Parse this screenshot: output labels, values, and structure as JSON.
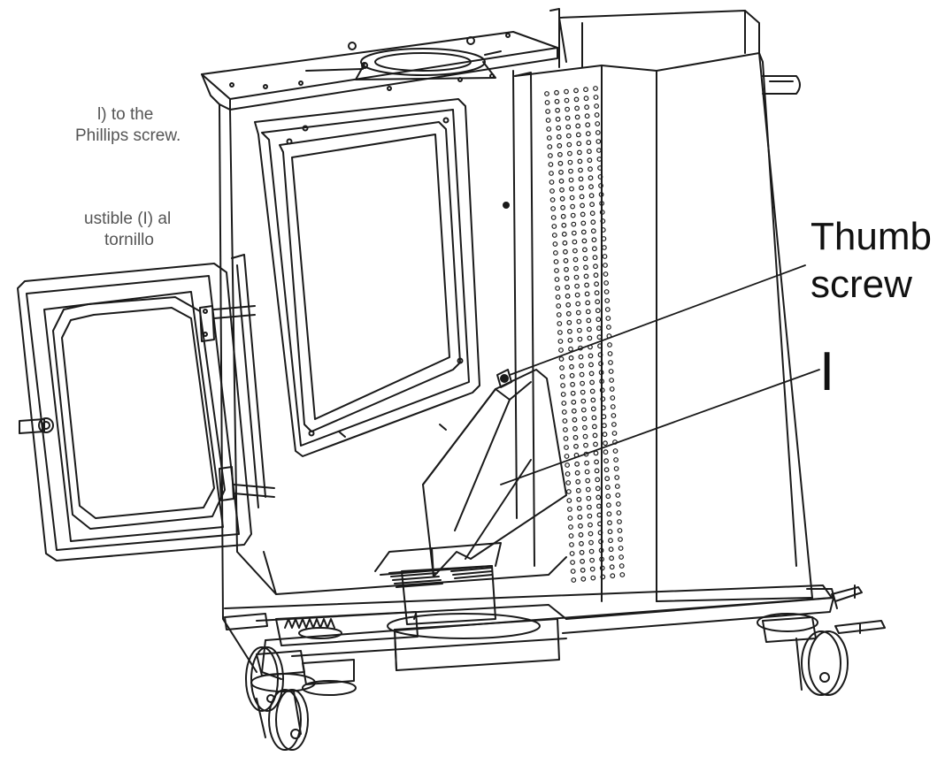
{
  "instructions": {
    "english": {
      "line1": "l) to the",
      "line2": "Phillips screw."
    },
    "spanish": {
      "line1": "ustible (I) al",
      "line2": "tornillo"
    }
  },
  "callouts": {
    "thumb_screw": {
      "line1": "Thumb",
      "line2": "screw"
    },
    "part_i": "I"
  },
  "colors": {
    "line": "#1a1a1a",
    "instruction_text": "#555555",
    "callout_text": "#111111"
  }
}
